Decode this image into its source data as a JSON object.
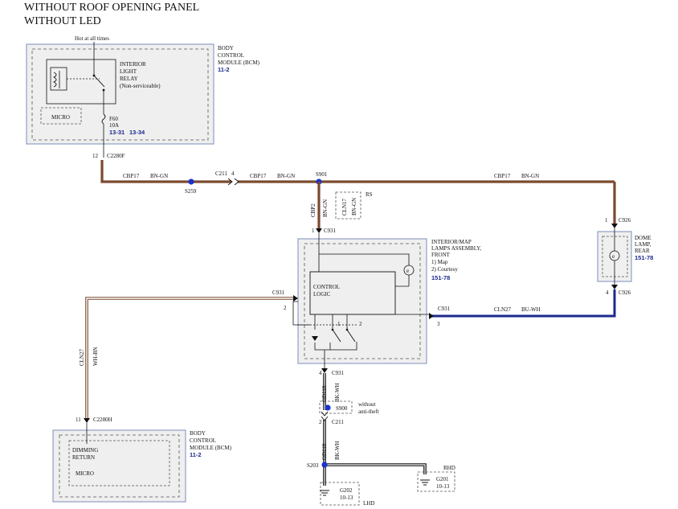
{
  "header": {
    "line1": "WITHOUT ROOF OPENING PANEL",
    "line2": "WITHOUT LED"
  },
  "colors": {
    "brown": "#7a4a2e",
    "blue": "#1c2a8c",
    "splice": "#1a33cc",
    "box_fill": "#efefef",
    "black": "#111111"
  },
  "bcm_top": {
    "hot_at_all_times": "Hot at all times",
    "name": [
      "BODY",
      "CONTROL",
      "MODULE (BCM)"
    ],
    "ref": "11-2",
    "relay": [
      "INTERIOR",
      "LIGHT",
      "RELAY",
      "(Non-serviceable)"
    ],
    "micro": "MICRO",
    "fuse": {
      "name": "F60",
      "rating": "10A",
      "ref1": "13-31",
      "ref2": "13-34"
    },
    "pin": "12",
    "connector": "C2280F"
  },
  "wires": {
    "cbp17_label": "CBP17",
    "cbp17_color": "BN-GN",
    "cbp2_label": "CBP2",
    "cbp2_color": "BN-GN",
    "cln17_label": "CLN17",
    "cln17_color": "BN-GN",
    "rs": "RS",
    "cln27_label": "CLN27",
    "cln27_color": "BU-WH",
    "cln27_left_color": "WH-BN",
    "gd118_label": "GD118",
    "gd118_color": "BK-WH"
  },
  "connectors": {
    "s259": "S259",
    "c211": "C211",
    "c211_pin": "4",
    "c211_lower": "C211",
    "c211_lower_pin": "2",
    "s901": "S901",
    "c931": "C931",
    "c926": "C926",
    "s900": "S900",
    "s203": "S203",
    "c2280h": "C2280H",
    "pin1": "1",
    "pin2": "2",
    "pin3": "3",
    "pin4": "4",
    "pin11": "11",
    "pin_c926_top": "1",
    "pin_c926_bottom": "4"
  },
  "interior_lamp": {
    "name": [
      "INTERIOR/MAP",
      "LAMPS ASSEMBLY,",
      "FRONT",
      "1) Map",
      "2) Courtesy"
    ],
    "ref": "151-78",
    "control_logic": [
      "CONTROL",
      "LOGIC"
    ],
    "sw1": "1",
    "sw2": "2"
  },
  "dome_lamp": {
    "name": [
      "DOME",
      "LAMP,",
      "REAR"
    ],
    "ref": "151-78"
  },
  "bcm_bottom": {
    "name": [
      "BODY",
      "CONTROL",
      "MODULE (BCM)"
    ],
    "ref": "11-2",
    "dimming": [
      "DIMMING",
      "RETURN"
    ],
    "micro": "MICRO"
  },
  "s900_note": [
    "without",
    "anti-theft"
  ],
  "grounds": {
    "g202": "G202",
    "g202_ref": "10-13",
    "lhd": "LHD",
    "g201": "G201",
    "g201_ref": "10-13",
    "rhd": "RHD"
  }
}
